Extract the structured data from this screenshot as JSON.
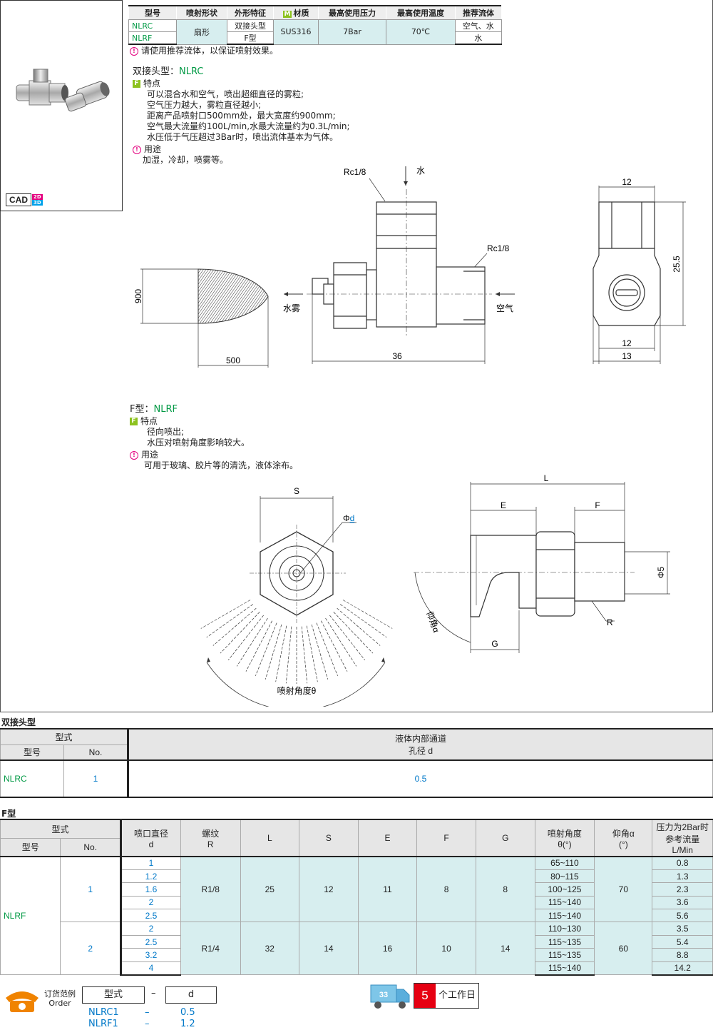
{
  "spec_table": {
    "headers": [
      "型号",
      "喷射形状",
      "外形特征",
      "材质",
      "最高使用压力",
      "最高使用温度",
      "推荐流体"
    ],
    "material_badge": "M",
    "models": [
      "NLRC",
      "NLRF"
    ],
    "shape": "扇形",
    "features": [
      "双接头型",
      "F型"
    ],
    "material": "SUS316",
    "pressure": "7Bar",
    "temperature": "70℃",
    "fluids": [
      "空气、水",
      "水"
    ]
  },
  "notice": "请使用推荐流体，以保证喷射效果。",
  "nlrc": {
    "title_prefix": "双接头型：",
    "title_model": "NLRC",
    "feature_label": "特点",
    "features": [
      "可以混合水和空气，喷出超细直径的雾粒;",
      "空气压力越大，雾粒直径越小;",
      "距离产品喷射口500mm处，最大宽度约900mm;",
      "空气最大流量约100L/min,水最大流量约为0.3L/min;",
      "水压低于气压超过3Bar时，喷出流体基本为气体。"
    ],
    "usage_label": "用途",
    "usage": "加湿，冷却，喷雾等。",
    "drawing": {
      "rc_top": "Rc1/8",
      "water": "水",
      "rc_side": "Rc1/8",
      "mist": "水雾",
      "air": "空气",
      "dim_900": "900",
      "dim_500": "500",
      "dim_36": "36",
      "dim_12_top": "12",
      "dim_25_5": "25.5",
      "dim_12_bot": "12",
      "dim_13": "13"
    }
  },
  "nlrf": {
    "title_prefix": "F型：",
    "title_model": "NLRF",
    "feature_label": "特点",
    "features": [
      "径向喷出;",
      "水压对喷射角度影响较大。"
    ],
    "usage_label": "用途",
    "usage": "可用于玻璃、胶片等的清洗，液体涂布。",
    "drawing": {
      "S": "S",
      "phi_d_prefix": "Φ",
      "phi_d": "d",
      "spray_angle": "喷射角度θ",
      "L": "L",
      "E": "E",
      "F": "F",
      "phi5": "Φ5",
      "elev": "仰角α",
      "G": "G",
      "R": "R"
    }
  },
  "cad": {
    "label": "CAD",
    "d2": "2D",
    "d3": "3D"
  },
  "table1": {
    "title": "双接头型",
    "h_style": "型式",
    "h_model": "型号",
    "h_no": "No.",
    "h_channel": "液体内部通道",
    "h_bore": "孔径 d",
    "model": "NLRC",
    "no": "1",
    "bore": "0.5"
  },
  "table2": {
    "title": "F型",
    "h_style": "型式",
    "h_model": "型号",
    "h_no": "No.",
    "h_d1": "喷口直径",
    "h_d2": "d",
    "h_r1": "螺纹",
    "h_r2": "R",
    "h_L": "L",
    "h_S": "S",
    "h_E": "E",
    "h_F": "F",
    "h_G": "G",
    "h_th1": "喷射角度",
    "h_th2": "θ(°)",
    "h_a1": "仰角α",
    "h_a2": "(°)",
    "h_f1": "压力为2Bar时",
    "h_f2": "参考流量",
    "h_f3": "L/Min",
    "model": "NLRF",
    "groups": [
      {
        "no": "1",
        "R": "R1/8",
        "L": "25",
        "S": "12",
        "E": "11",
        "F": "8",
        "G": "8",
        "alpha": "70",
        "rows": [
          {
            "d": "1",
            "theta": "65~110",
            "flow": "0.8"
          },
          {
            "d": "1.2",
            "theta": "80~115",
            "flow": "1.3"
          },
          {
            "d": "1.6",
            "theta": "100~125",
            "flow": "2.3"
          },
          {
            "d": "2",
            "theta": "115~140",
            "flow": "3.6"
          },
          {
            "d": "2.5",
            "theta": "115~140",
            "flow": "5.6"
          }
        ]
      },
      {
        "no": "2",
        "R": "R1/4",
        "L": "32",
        "S": "14",
        "E": "16",
        "F": "10",
        "G": "14",
        "alpha": "60",
        "rows": [
          {
            "d": "2",
            "theta": "110~130",
            "flow": "3.5"
          },
          {
            "d": "2.5",
            "theta": "115~135",
            "flow": "5.4"
          },
          {
            "d": "3.2",
            "theta": "115~135",
            "flow": "8.8"
          },
          {
            "d": "4",
            "theta": "115~140",
            "flow": "14.2"
          }
        ]
      }
    ]
  },
  "order": {
    "label_cn": "订货范例",
    "label_en": "Order",
    "box1": "型式",
    "dash": "–",
    "box2": "d",
    "examples": [
      {
        "model": "NLRC1",
        "dash": "–",
        "d": "0.5"
      },
      {
        "model": "NLRF1",
        "dash": "–",
        "d": "1.2"
      }
    ],
    "delivery_num": "5",
    "delivery_text": "个工作日",
    "truck_badge": "33"
  },
  "colors": {
    "green": "#009944",
    "blue": "#0078c8",
    "teal": "#d7eeef",
    "magenta": "#e4007f"
  }
}
